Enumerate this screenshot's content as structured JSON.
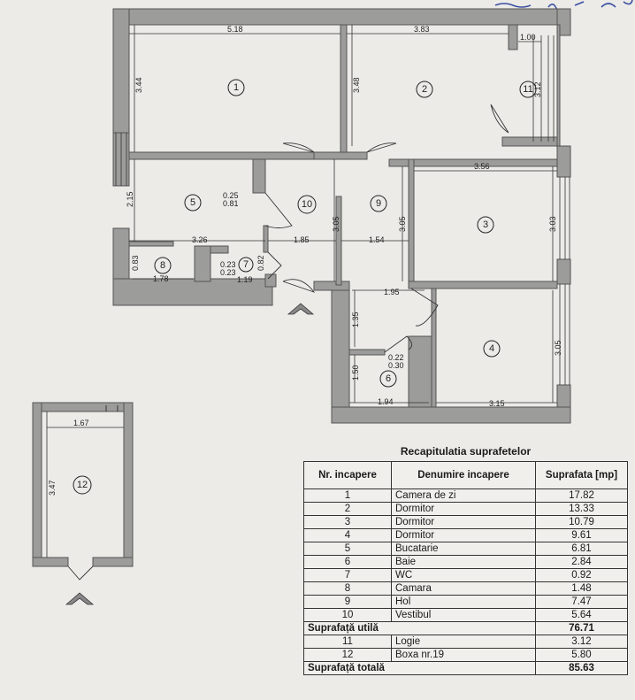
{
  "rooms": [
    {
      "nr": "1"
    },
    {
      "nr": "2"
    },
    {
      "nr": "3"
    },
    {
      "nr": "4"
    },
    {
      "nr": "5"
    },
    {
      "nr": "6"
    },
    {
      "nr": "7"
    },
    {
      "nr": "8"
    },
    {
      "nr": "9"
    },
    {
      "nr": "10"
    },
    {
      "nr": "11"
    },
    {
      "nr": "12"
    }
  ],
  "dimensions": {
    "r1_width": "5.18",
    "r1_height": "3.44",
    "r2_width": "3.83",
    "r2_height": "3.48",
    "r11_width": "1.00",
    "r11_height": "3.12",
    "r3_width": "3.56",
    "r3_height": "3.03",
    "r5_height": "2.15",
    "r5_width": "3.26",
    "r5_niche_a": "0.25",
    "r5_niche_b": "0.81",
    "r10_width": "1.85",
    "r10_height": "3.05",
    "r9_width": "1.54",
    "r9_height": "3.05",
    "r8_height": "0.83",
    "r8_width": "1.78",
    "r7_a": "0.23",
    "r7_b": "0.23",
    "r7_height": "0.82",
    "r7_width": "1.19",
    "hol_width": "1.95",
    "hol_height": "1.35",
    "r6_a": "0.22",
    "r6_b": "0.30",
    "r6_height": "1.50",
    "r6_width": "1.94",
    "r4_width": "3.15",
    "r4_height": "3.05",
    "r12_width": "1.67",
    "r12_height": "3.47"
  },
  "table": {
    "title": "Recapitulatia suprafetelor",
    "headers": [
      "Nr. incapere",
      "Denumire incapere",
      "Suprafata [mp]"
    ],
    "rows": [
      [
        "1",
        "Camera de zi",
        "17.82"
      ],
      [
        "2",
        "Dormitor",
        "13.33"
      ],
      [
        "3",
        "Dormitor",
        "10.79"
      ],
      [
        "4",
        "Dormitor",
        "9.61"
      ],
      [
        "5",
        "Bucatarie",
        "6.81"
      ],
      [
        "6",
        "Baie",
        "2.84"
      ],
      [
        "7",
        "WC",
        "0.92"
      ],
      [
        "8",
        "Camara",
        "1.48"
      ],
      [
        "9",
        "Hol",
        "7.47"
      ],
      [
        "10",
        "Vestibul",
        "5.64"
      ]
    ],
    "useful_label": "Suprafață utilă",
    "useful_value": "76.71",
    "extra_rows": [
      [
        "11",
        "Logie",
        "3.12"
      ],
      [
        "12",
        "Boxa nr.19",
        "5.80"
      ]
    ],
    "total_label": "Suprafață totală",
    "total_value": "85.63"
  },
  "colors": {
    "wall": "#9c9c9a",
    "paper": "#ecebe8",
    "ink": "#222222"
  }
}
